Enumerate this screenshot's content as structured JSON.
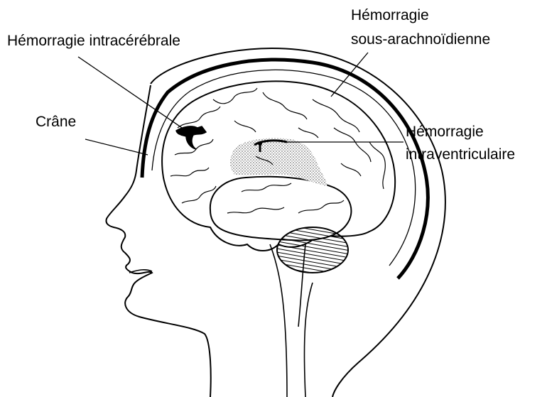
{
  "labels": {
    "intracerebral": "Hémorragie intracérébrale",
    "skull": "Crâne",
    "subarachnoid_line1": "Hémorragie",
    "subarachnoid_line2": "sous-arachnoïdienne",
    "intraventricular_line1": "Hémorragie",
    "intraventricular_line2": "intraventriculaire"
  },
  "colors": {
    "ink": "#000000",
    "background": "#ffffff",
    "ventricle_fill": "#bdbdbd",
    "hemorrhage": "#000000"
  }
}
